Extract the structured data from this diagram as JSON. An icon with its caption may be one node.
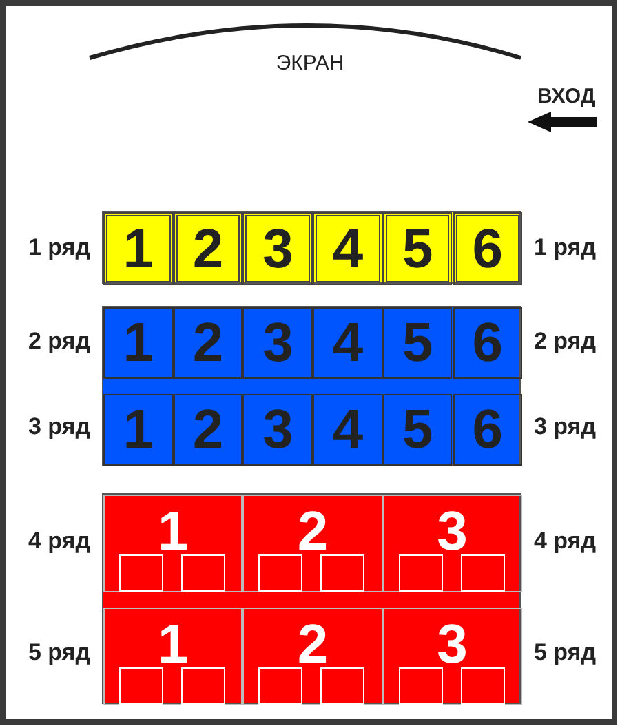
{
  "diagram": {
    "nodes": [
      {
        "text": [],
        "shape": "box"
      },
      {
        "text": [
          "1"
        ],
        "in": 0
      },
      {
        "text": [
          "2"
        ],
        "in": 0
      },
      {
        "text": [
          "3"
        ],
        "in": 0
      },
      {
        "text": [
          "4"
        ],
        "in": 0
      },
      {
        "text": [
          "5"
        ],
        "in": 0
      },
      {
        "text": [
          "6"
        ],
        "in": 0
      },
      {
        "text": [],
        "shape": "box"
      },
      {
        "text": [
          "1"
        ],
        "in": 7
      },
      {
        "text": [
          "2"
        ],
        "in": 7
      },
      {
        "text": [
          "3"
        ],
        "in": 7
      },
      {
        "text": [
          "4"
        ],
        "in": 7
      },
      {
        "text": [
          "5"
        ],
        "in": 7
      },
      {
        "text": [
          "6"
        ],
        "in": 7
      },
      {
        "text": [
          "1"
        ],
        "in": 7
      },
      {
        "text": [
          "2"
        ],
        "in": 7
      },
      {
        "text": [
          "3"
        ],
        "in": 7
      },
      {
        "text": [
          "4"
        ],
        "in": 7
      },
      {
        "text": [
          "5"
        ],
        "in": 7
      },
      {
        "text": [
          "6"
        ],
        "in": 7
      },
      {
        "text": [],
        "shape": "box"
      },
      {
        "text": [
          "1"
        ],
        "in": 20
      },
      {
        "text": [
          "2"
        ],
        "in": 20
      },
      {
        "text": [
          "3"
        ],
        "in": 20
      },
      {
        "text": [
          "1"
        ],
        "in": 20
      },
      {
        "text": [
          "2"
        ],
        "in": 20
      },
      {
        "text": [
          "3"
        ],
        "in": 20
      }
    ],
    "labels": [
      "ЭКРАН",
      "ВХОД",
      "1 ряд",
      "1 ряд",
      "2 ряд",
      "2 ряд",
      "3 ряд",
      "3 ряд",
      "4 ряд",
      "4 ряд",
      "5 ряд",
      "5 ряд"
    ]
  }
}
